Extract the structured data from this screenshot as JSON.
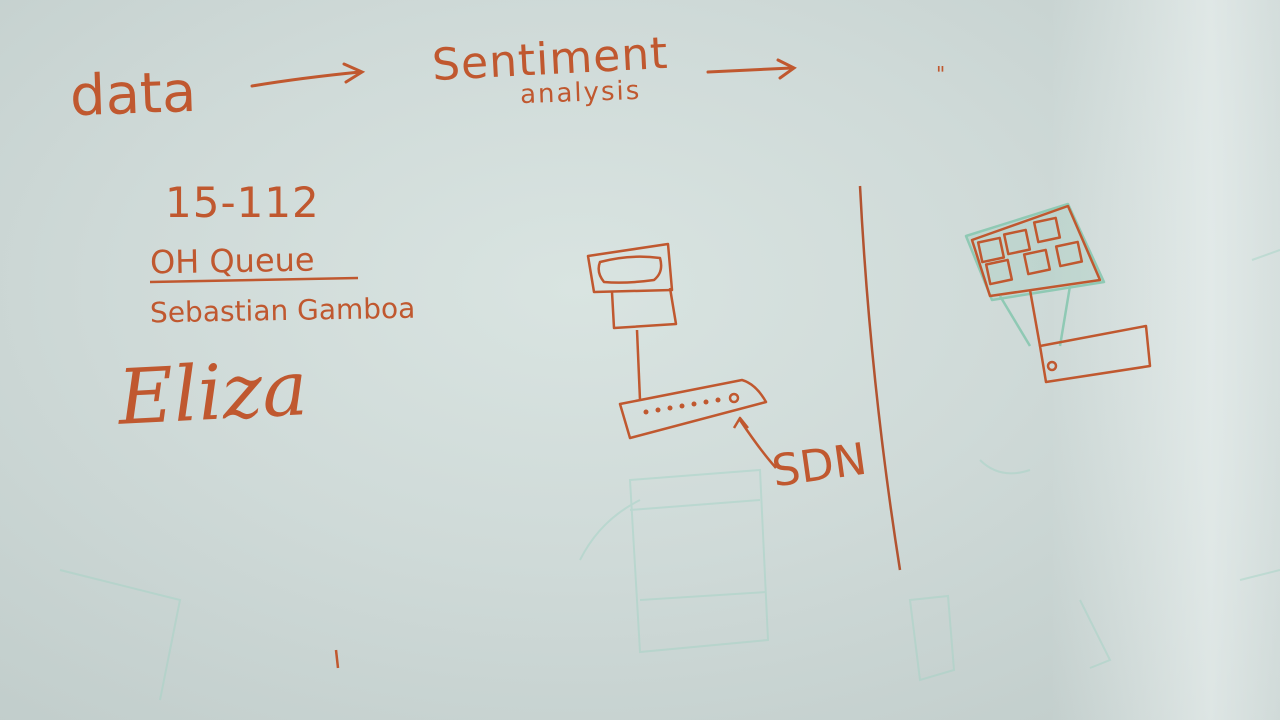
{
  "board": {
    "colors": {
      "background": "#d3dedb",
      "orange_marker": "#c0582f",
      "faint_green": "#8fc9b4"
    },
    "top_flow": {
      "step1": "data",
      "step2_line1": "Sentiment",
      "step2_line2": "analysis",
      "step3": "\""
    },
    "left_notes": {
      "course": "15-112",
      "queue": "OH Queue",
      "name": "Sebastian Gamboa",
      "project": "Eliza"
    },
    "diagram": {
      "switch_label": "SDN"
    }
  }
}
